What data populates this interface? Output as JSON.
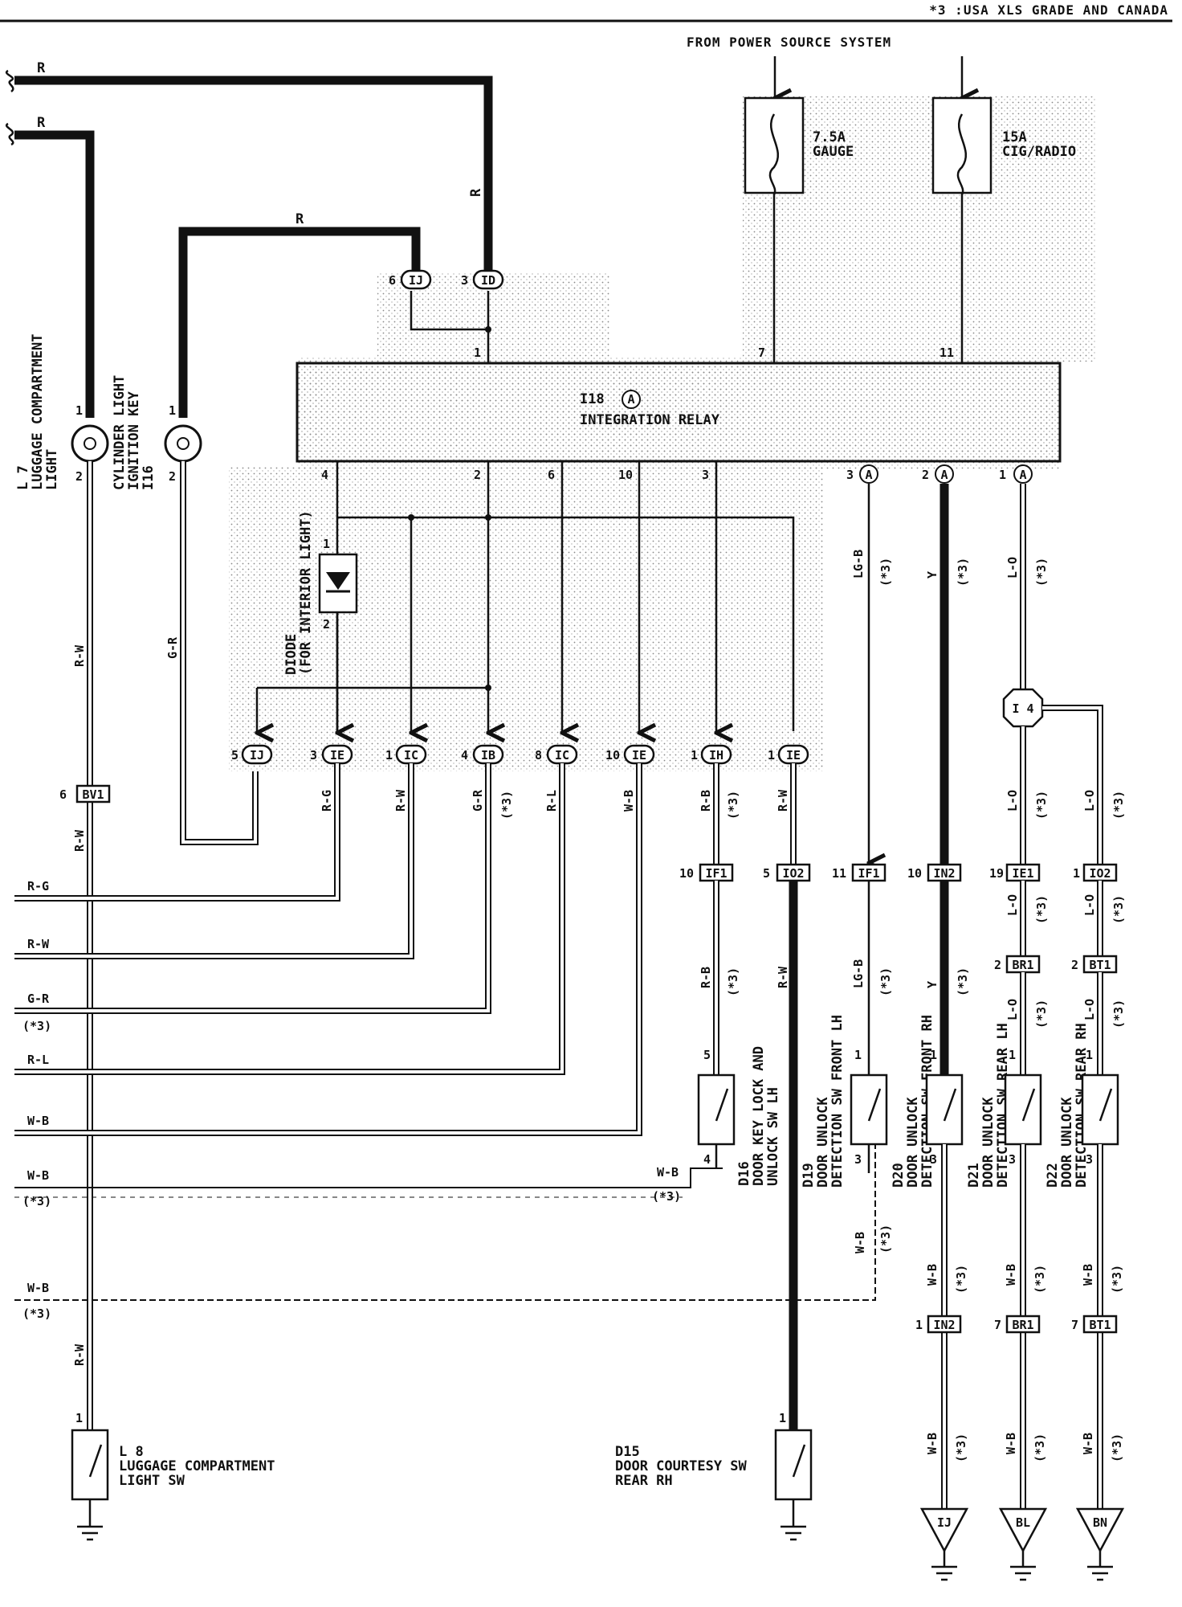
{
  "header": {
    "note": "*3 :USA XLS GRADE AND CANADA"
  },
  "power": {
    "source_label": "FROM POWER SOURCE SYSTEM",
    "fuse1": {
      "rating": "7.5A",
      "name": "GAUGE"
    },
    "fuse2": {
      "rating": "15A",
      "name": "CIG/RADIO"
    }
  },
  "relay": {
    "id": "I18",
    "connector": "A",
    "name": "INTEGRATION RELAY"
  },
  "relay_pins": {
    "top1": "1",
    "top7": "7",
    "top11": "11",
    "b4": "4",
    "b2": "2",
    "b6": "6",
    "b10": "10",
    "b3": "3",
    "a3": "3",
    "a2": "2",
    "a1": "1",
    "a_letter": "A"
  },
  "wires": {
    "R": "R",
    "RW": "R-W",
    "GR": "G-R",
    "RG": "R-G",
    "RL": "R-L",
    "WB": "W-B",
    "RB": "R-B",
    "LGB": "LG-B",
    "Y": "Y",
    "LO": "L-O",
    "star3": "(*3)"
  },
  "connectors": {
    "IJ": "IJ",
    "ID": "ID",
    "IE": "IE",
    "IC": "IC",
    "IB": "IB",
    "IH": "IH",
    "BV1": "BV1",
    "IF1": "IF1",
    "IO2": "IO2",
    "IN2": "IN2",
    "IE1": "IE1",
    "BR1": "BR1",
    "BT1": "BT1",
    "I4": "I 4",
    "BL": "BL",
    "BN": "BN"
  },
  "pins": {
    "p1": "1",
    "p2": "2",
    "p3": "3",
    "p4": "4",
    "p5": "5",
    "p6": "6",
    "p7": "7",
    "p8": "8",
    "p10": "10",
    "p11": "11",
    "p19": "19"
  },
  "components": {
    "L7": {
      "id": "L 7",
      "line1": "LUGGAGE COMPARTMENT",
      "line2": "LIGHT"
    },
    "I16": {
      "id": "I16",
      "line1": "IGNITION KEY",
      "line2": "CYLINDER LIGHT"
    },
    "diode": {
      "line1": "DIODE",
      "line2": "(FOR INTERIOR LIGHT)"
    },
    "D16": {
      "id": "D16",
      "line1": "DOOR KEY LOCK AND",
      "line2": "UNLOCK SW LH"
    },
    "D19": {
      "id": "D19",
      "line1": "DOOR UNLOCK",
      "line2": "DETECTION SW FRONT LH"
    },
    "D20": {
      "id": "D20",
      "line1": "DOOR UNLOCK",
      "line2": "DETECTION SW FRONT RH"
    },
    "D21": {
      "id": "D21",
      "line1": "DOOR UNLOCK",
      "line2": "DETECTION SW REAR LH"
    },
    "D22": {
      "id": "D22",
      "line1": "DOOR UNLOCK",
      "line2": "DETECTION SW REAR RH"
    },
    "L8": {
      "id": "L 8",
      "line1": "LUGGAGE COMPARTMENT",
      "line2": "LIGHT SW"
    },
    "D15": {
      "id": "D15",
      "line1": "DOOR COURTESY SW",
      "line2": "REAR RH"
    }
  }
}
